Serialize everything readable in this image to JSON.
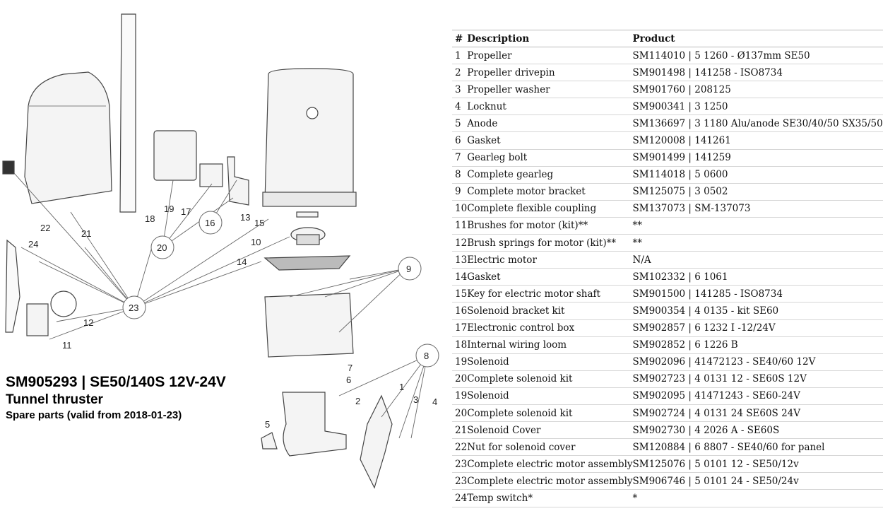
{
  "document": {
    "title_line1": "SM905293 | SE50/140S  12V-24V",
    "title_line2": "Tunnel thruster",
    "title_line3": "Spare parts (valid from 2018-01-23)"
  },
  "diagram": {
    "callouts": [
      "1",
      "2",
      "3",
      "4",
      "5",
      "6",
      "7",
      "8",
      "9",
      "10",
      "11",
      "12",
      "13",
      "14",
      "15",
      "16",
      "17",
      "18",
      "19",
      "20",
      "21",
      "22",
      "23",
      "24"
    ]
  },
  "table": {
    "headers": [
      "#",
      "Description",
      "Product"
    ],
    "rows": [
      [
        "1",
        "Propeller",
        "SM114010 | 5 1260 - Ø137mm SE50"
      ],
      [
        "2",
        "Propeller drivepin",
        "SM901498 | 141258 - ISO8734"
      ],
      [
        "3",
        "Propeller washer",
        "SM901760 | 208125"
      ],
      [
        "4",
        "Locknut",
        "SM900341 | 3 1250"
      ],
      [
        "5",
        "Anode",
        "SM136697 | 3 1180 Alu/anode SE30/40/50 SX35/50"
      ],
      [
        "6",
        "Gasket",
        "SM120008 | 141261"
      ],
      [
        "7",
        "Gearleg bolt",
        "SM901499 | 141259"
      ],
      [
        "8",
        "Complete gearleg",
        "SM114018 | 5 0600"
      ],
      [
        "9",
        "Complete motor bracket",
        "SM125075 | 3 0502"
      ],
      [
        "10",
        "Complete flexible coupling",
        "SM137073 | SM-137073"
      ],
      [
        "11",
        "Brushes for motor (kit)**",
        "**"
      ],
      [
        "12",
        "Brush springs for motor (kit)**",
        "**"
      ],
      [
        "13",
        "Electric motor",
        "N/A"
      ],
      [
        "14",
        "Gasket",
        "SM102332 | 6 1061"
      ],
      [
        "15",
        "Key for electric motor shaft",
        "SM901500 | 141285 - ISO8734"
      ],
      [
        "16",
        "Solenoid bracket kit",
        "SM900354 | 4 0135 - kit SE60"
      ],
      [
        "17",
        "Electronic control box",
        "SM902857 | 6 1232 I -12/24V"
      ],
      [
        "18",
        "Internal wiring loom",
        "SM902852 | 6 1226 B"
      ],
      [
        "19",
        "Solenoid",
        "SM902096 | 41472123 - SE40/60 12V"
      ],
      [
        "20",
        "Complete solenoid kit",
        "SM902723 | 4 0131 12 - SE60S 12V"
      ],
      [
        "19",
        "Solenoid",
        "SM902095 | 41471243 - SE60-24V"
      ],
      [
        "20",
        "Complete solenoid kit",
        "SM902724 | 4 0131 24  SE60S 24V"
      ],
      [
        "21",
        "Solenoid Cover",
        "SM902730 | 4 2026 A  - SE60S"
      ],
      [
        "22",
        "Nut for solenoid cover",
        "SM120884 | 6 8807 - SE40/60 for panel"
      ],
      [
        "23",
        "Complete electric motor assembly",
        "SM125076 | 5 0101 12 - SE50/12v"
      ],
      [
        "23",
        "Complete electric motor assembly",
        "SM906746 | 5 0101 24 - SE50/24v"
      ],
      [
        "24",
        "Temp switch*",
        "*"
      ]
    ]
  }
}
